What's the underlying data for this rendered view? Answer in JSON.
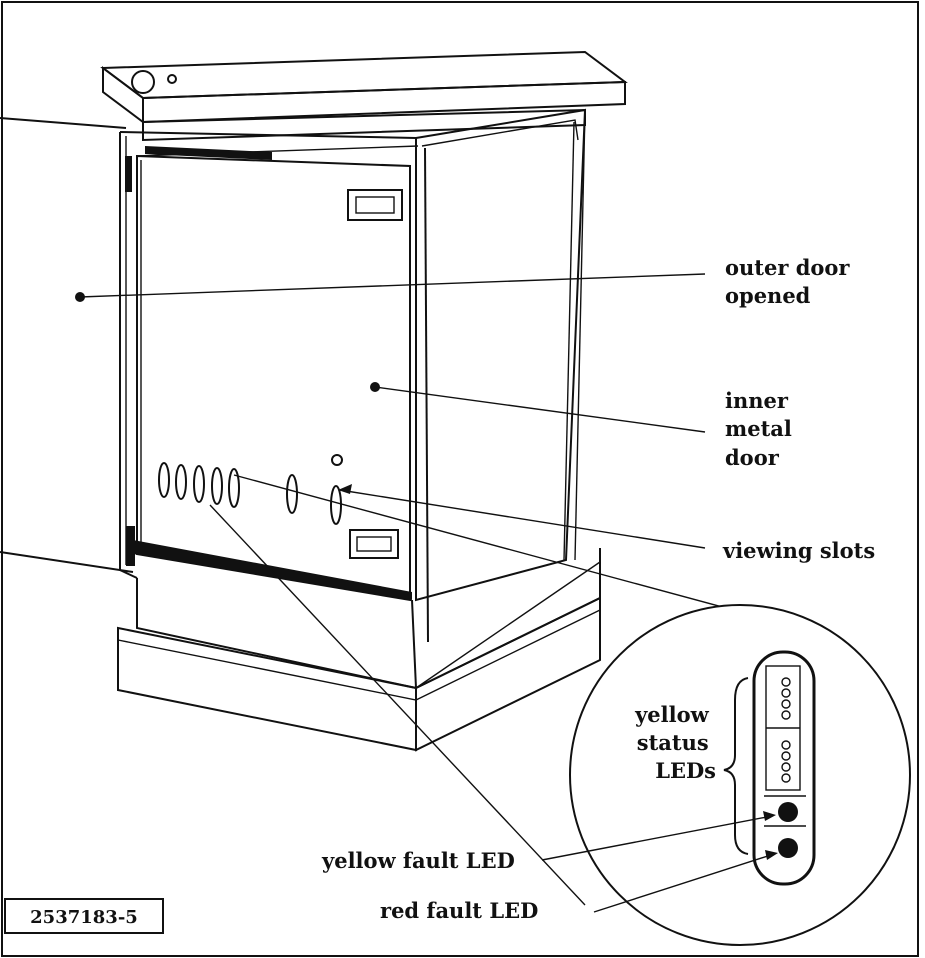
{
  "figure_id": "2537183-5",
  "callouts": {
    "outer_door": [
      "outer door",
      "opened"
    ],
    "inner_door": [
      "inner",
      "metal",
      "door"
    ],
    "viewing_slots": "viewing slots",
    "status_leds": [
      "yellow",
      "status",
      "LEDs"
    ],
    "yellow_fault": "yellow fault LED",
    "red_fault": "red fault LED"
  },
  "colors": {
    "ink": "#111111",
    "paper": "#ffffff"
  }
}
